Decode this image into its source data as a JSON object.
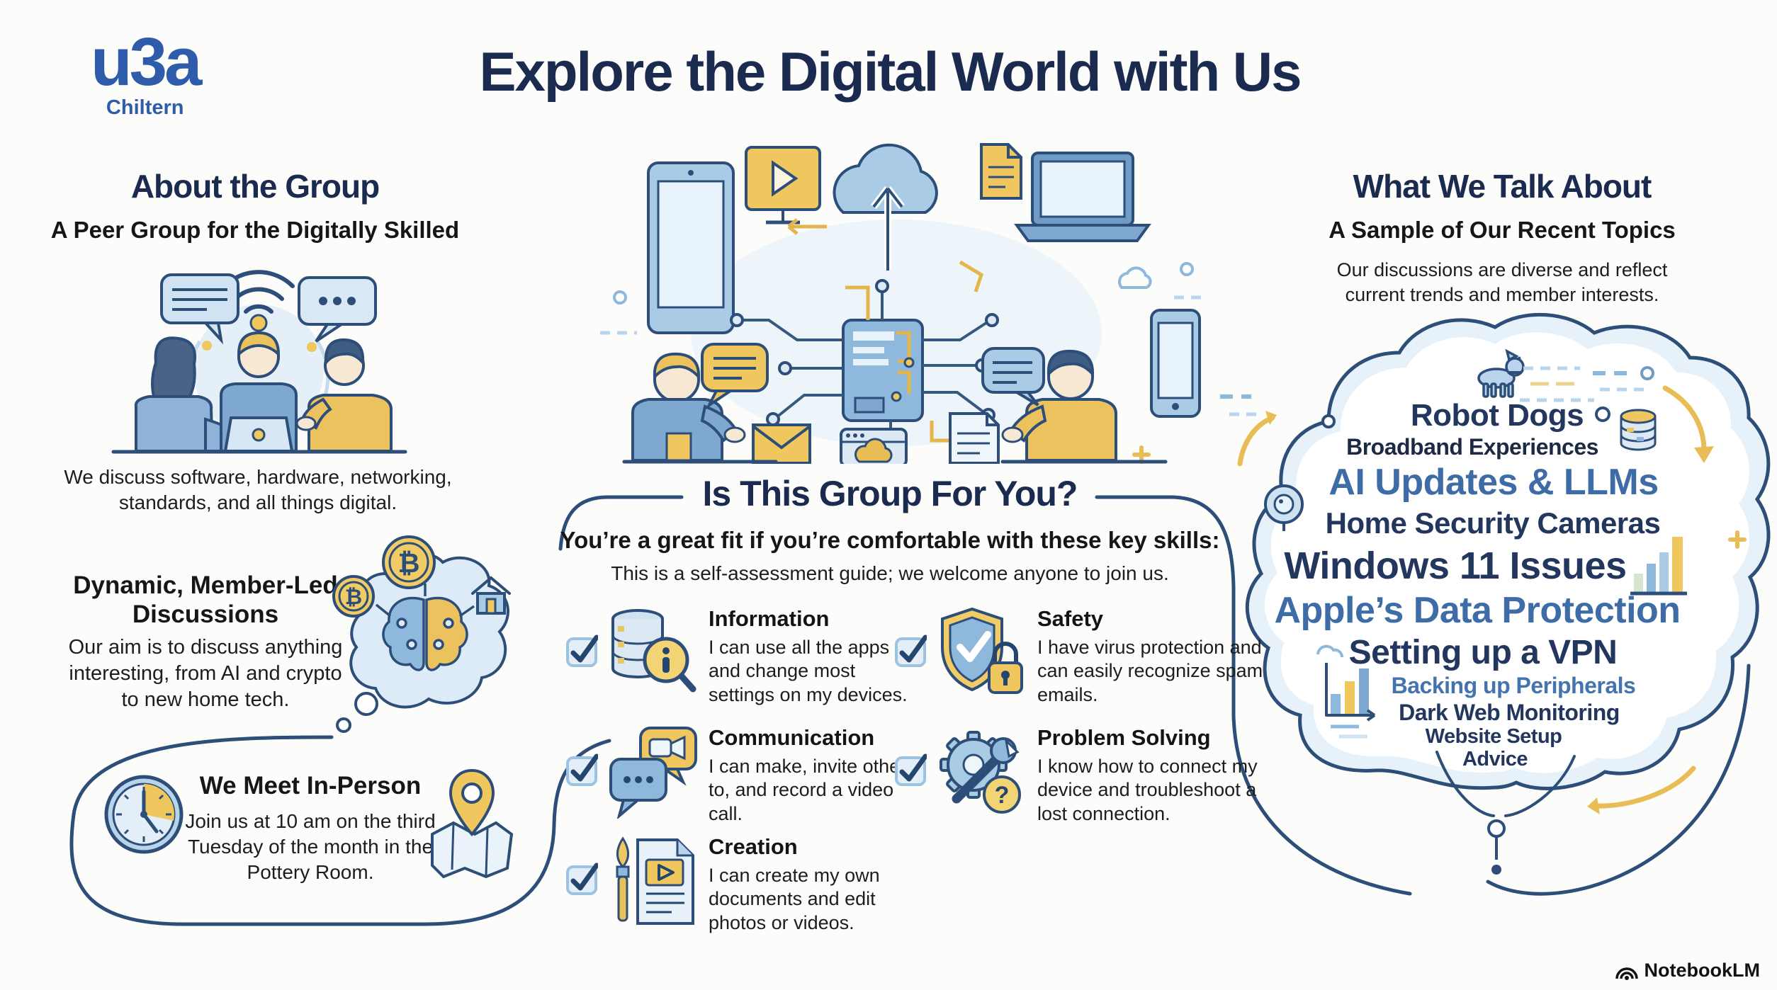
{
  "logo": {
    "brand": "u3a",
    "region": "Chiltern"
  },
  "header": {
    "title": "Explore the Digital World with Us"
  },
  "about": {
    "heading": "About the Group",
    "subheading": "A Peer Group for the Digitally Skilled",
    "description": "We discuss software, hardware, networking, standards, and all things digital.",
    "discussions": {
      "heading": "Dynamic, Member-Led Discussions",
      "body": "Our aim is to discuss anything interesting, from AI and crypto to new home tech."
    },
    "meeting": {
      "heading": "We Meet In-Person",
      "body": "Join us at 10 am on the third Tuesday of the month in the Pottery Room."
    }
  },
  "fit": {
    "heading": "Is This Group For You?",
    "subheading": "You’re a great fit if you’re comfortable with these key skills:",
    "note": "This is a self-assessment guide; we welcome anyone to join us.",
    "skills": [
      {
        "title": "Information",
        "body": "I can use all the apps and change most settings on my devices.",
        "icon": "database-search-icon"
      },
      {
        "title": "Communication",
        "body": "I can make, invite others to, and record a video call.",
        "icon": "chat-video-icon"
      },
      {
        "title": "Creation",
        "body": "I can create my own documents and edit photos or videos.",
        "icon": "brush-document-icon"
      },
      {
        "title": "Safety",
        "body": "I have virus protection and can easily recognize spam emails.",
        "icon": "shield-lock-icon"
      },
      {
        "title": "Problem Solving",
        "body": "I know how to connect my device and troubleshoot a lost connection.",
        "icon": "gear-wrench-question-icon"
      }
    ]
  },
  "topics": {
    "heading": "What We Talk About",
    "subheading": "A Sample of Our Recent Topics",
    "note": "Our discussions are diverse and reflect current trends and member interests.",
    "items": [
      "Robot Dogs",
      "Broadband Experiences",
      "AI Updates & LLMs",
      "Home Security Cameras",
      "Windows 11 Issues",
      "Apple’s Data Protection",
      "Setting up a VPN",
      "Backing up Peripherals",
      "Dark Web Monitoring",
      "Website Setup",
      "Advice"
    ],
    "decor_icons": [
      "robot-dog-icon",
      "database-icon",
      "bar-chart-icon",
      "camera-lens-icon",
      "cloud-icon",
      "arrow-icons"
    ]
  },
  "footer": {
    "watermark": "NotebookLM"
  },
  "colors": {
    "navy": "#1b2b4f",
    "steel_blue": "#3e6ca6",
    "outline_blue": "#2c4e78",
    "accent_yellow": "#f0c75e",
    "light_blue": "#cfe2f1",
    "mid_blue": "#8fb8dd",
    "brand_blue": "#2e5cab"
  }
}
